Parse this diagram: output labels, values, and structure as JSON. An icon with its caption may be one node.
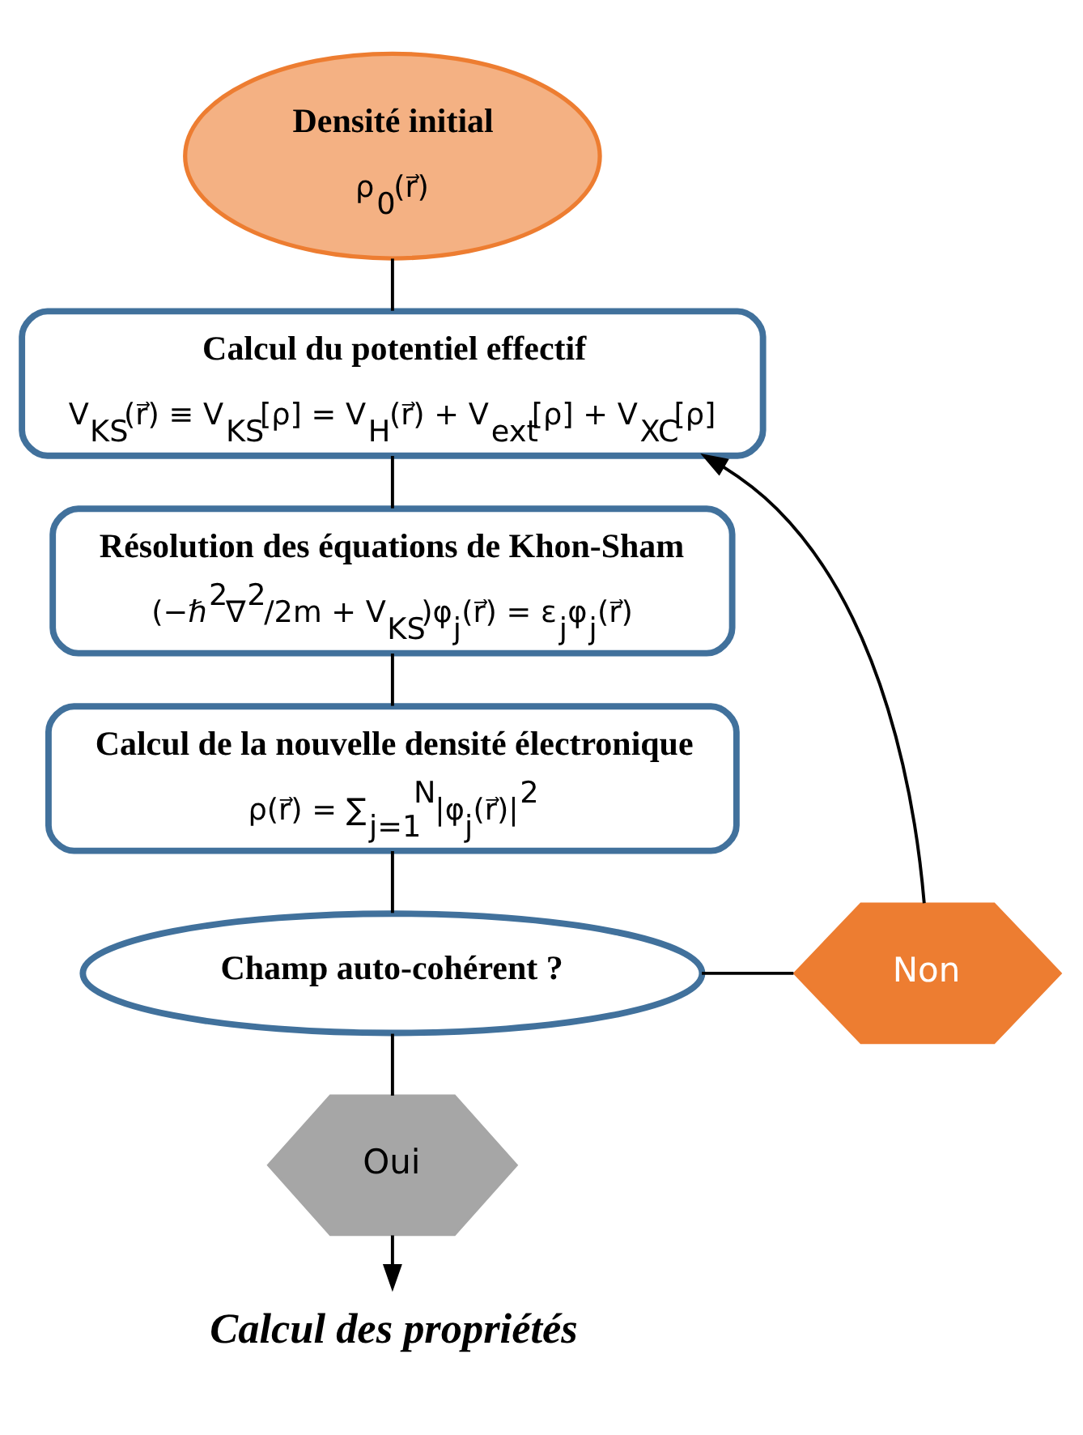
{
  "diagram": {
    "nodes": [
      {
        "text": [
          "Densité initial",
          "ρ$_{0}$(r⃗)"
        ]
      },
      {
        "text": [
          "Calcul du potentiel effectif",
          "V$_{KS}$(r⃗) ≡ V$_{KS}$[ρ] = V$_{H}$(r⃗) + V$_{ext}$[ρ] + V$_{XC}$[ρ]"
        ]
      },
      {
        "text": [
          "Résolution des équations de Khon-Sham",
          "(−ℏ$^{2}$∇$^{2}$/2m + V$_{KS}$)φ$_{j}$(r⃗) = ε$_{j}$φ$_{j}$(r⃗)"
        ]
      },
      {
        "text": [
          "Calcul de la nouvelle densité électronique",
          "ρ(r⃗) = ∑$_{j=1}$$^{N}$|φ$_{j}$(r⃗)|$^{2}$"
        ]
      },
      {
        "text": [
          "Non"
        ]
      },
      {
        "text": [
          "Champ auto-cohérent ?"
        ]
      },
      {
        "text": [
          "Oui"
        ]
      },
      {
        "text": [
          "Calcul des propriétés"
        ]
      }
    ],
    "edges": [
      {
        "from": 0,
        "to": 1,
        "arrow": "none"
      },
      {
        "from": 1,
        "to": 2,
        "arrow": "none"
      },
      {
        "from": 2,
        "to": 3,
        "arrow": "none"
      },
      {
        "from": 3,
        "to": 5,
        "arrow": "none"
      },
      {
        "from": 5,
        "to": 4,
        "arrow": "none"
      },
      {
        "from": 4,
        "to": 1,
        "arrow": "to"
      },
      {
        "from": 5,
        "to": 6,
        "arrow": "none"
      },
      {
        "from": 6,
        "to": 7,
        "arrow": "to"
      }
    ]
  }
}
